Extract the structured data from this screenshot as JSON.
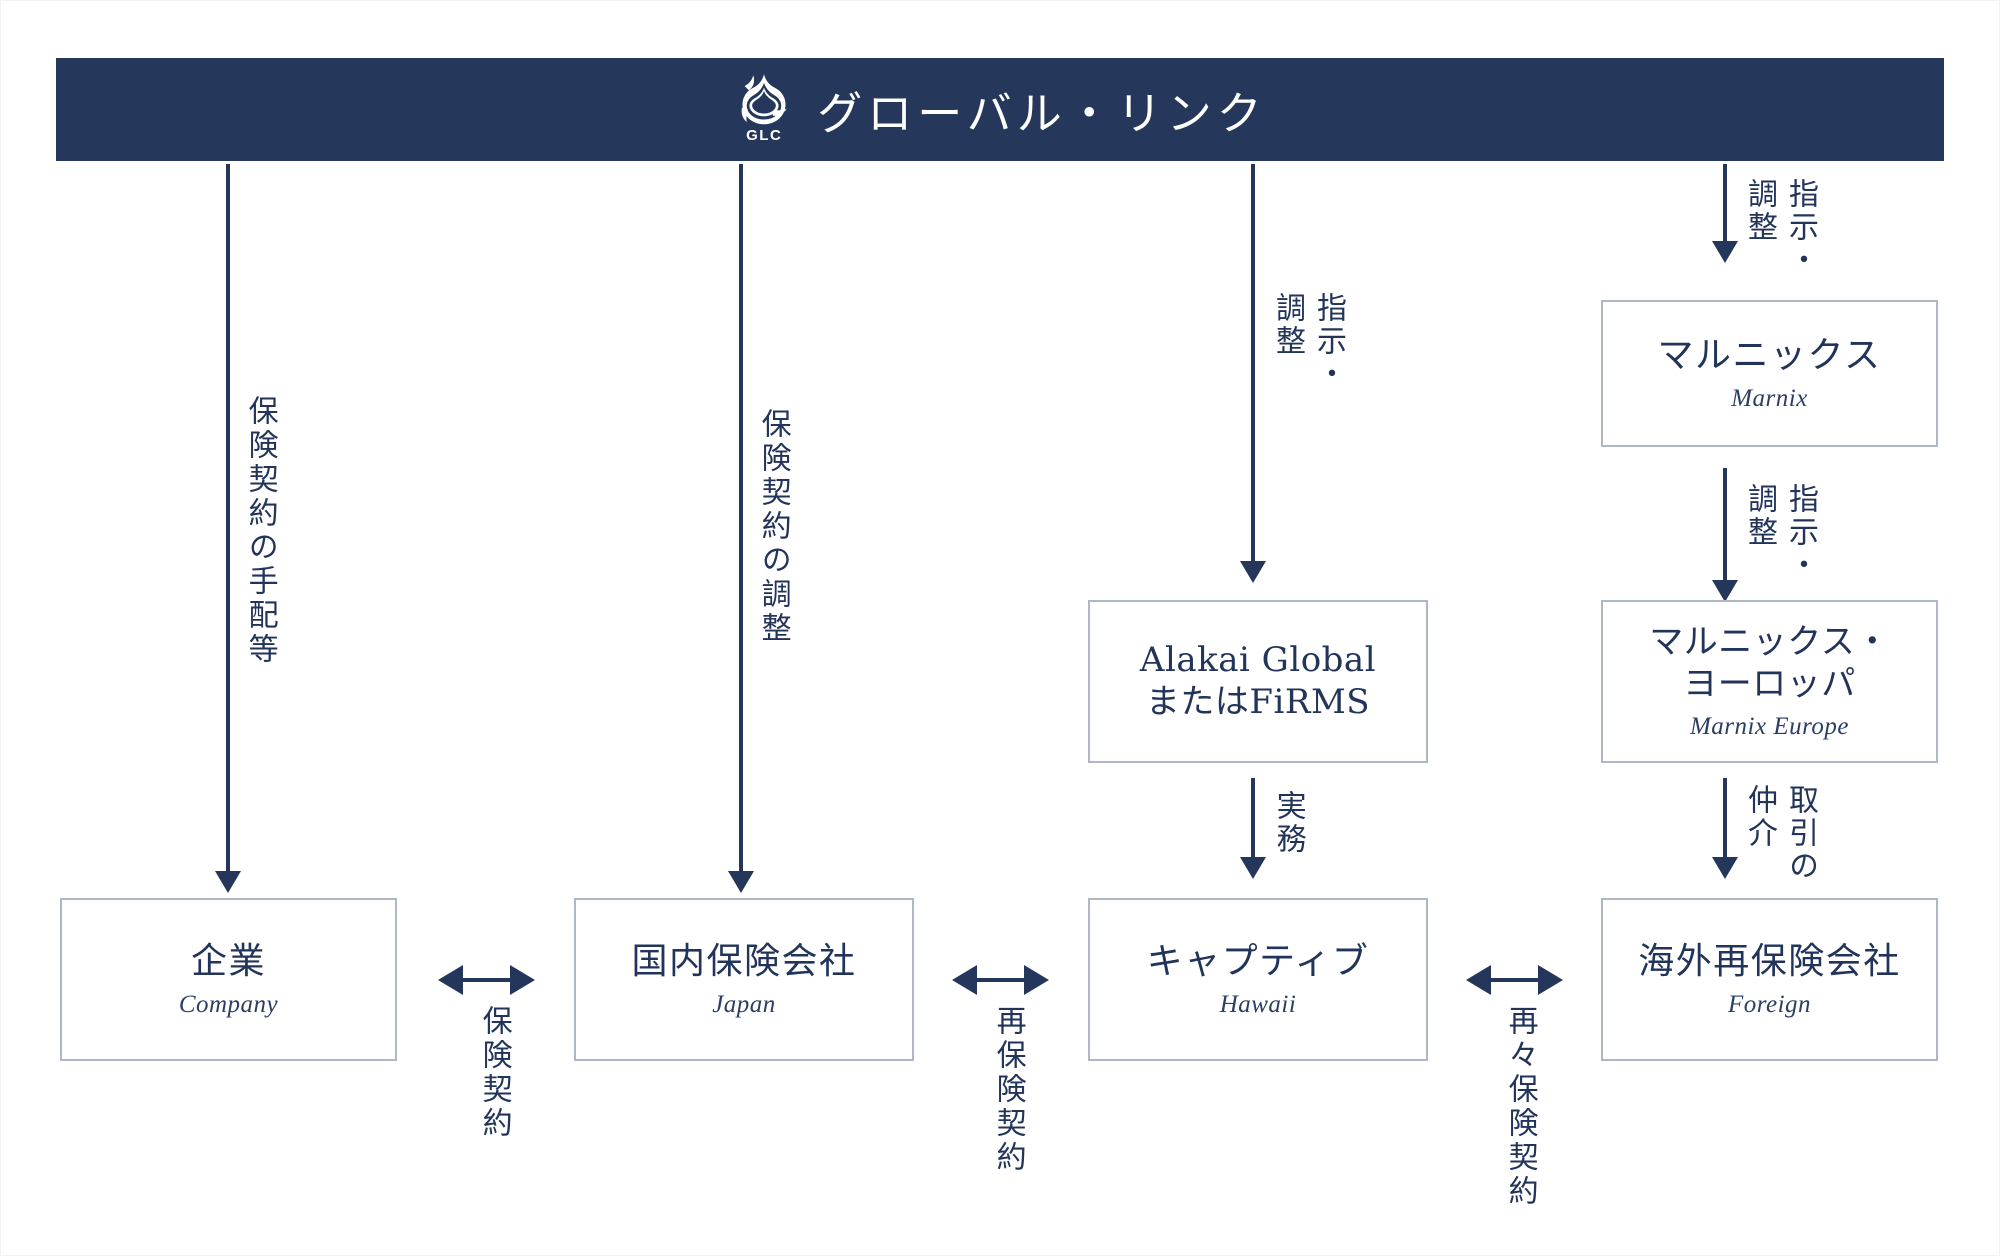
{
  "header": {
    "logo_text": "GLC",
    "logo_icon": "glc-swirl-logo",
    "title": "グローバル・リンク",
    "bar_color": "#25375a"
  },
  "colors": {
    "navy": "#24365a",
    "box_border": "#aeb7c6",
    "background": "#ffffff",
    "text": "#22345a"
  },
  "nodes": {
    "company": {
      "jp": "企業",
      "en": "Company"
    },
    "japan_insurer": {
      "jp": "国内保険会社",
      "en": "Japan"
    },
    "alakai": {
      "jp": "Alakai Global\nまたはFiRMS",
      "en": ""
    },
    "captive": {
      "jp": "キャプティブ",
      "en": "Hawaii"
    },
    "marnix": {
      "jp": "マルニックス",
      "en": "Marnix"
    },
    "marnix_europe": {
      "jp": "マルニックス・\nヨーロッパ",
      "en": "Marnix Europe"
    },
    "foreign_reinsurer": {
      "jp": "海外再保険会社",
      "en": "Foreign"
    }
  },
  "arrow_labels": {
    "insurance_arrangement": "保険契約の手配等",
    "insurance_adjustment": "保険契約の調整",
    "instruction_adjustment_captive_col1": "指示・",
    "instruction_adjustment_captive_col2": "調整",
    "instruction_adjustment_marnix_col1": "指示・",
    "instruction_adjustment_marnix_col2": "調整",
    "instruction_adjustment_marnix_europe_col1": "指示・",
    "instruction_adjustment_marnix_europe_col2": "調整",
    "practical_work": "実務",
    "brokerage_col1": "取引の",
    "brokerage_col2": "仲介",
    "insurance_contract": "保険契約",
    "reinsurance_contract": "再保険契約",
    "retrocession_contract": "再々保険契約"
  }
}
